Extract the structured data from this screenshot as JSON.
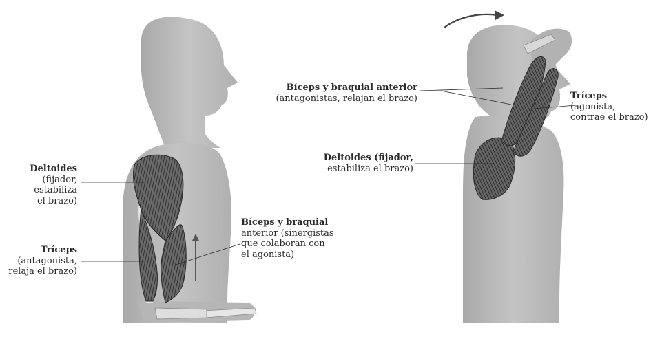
{
  "figure": {
    "left_figure": {
      "deltoides": [
        "Deltoides",
        "(fijador,",
        "estabiliza",
        "el brazo)"
      ],
      "triceps": [
        "Tríceps",
        "(antagonista,",
        "relaja el brazo)"
      ],
      "biceps": [
        "Bíceps y braquial",
        "anterior (sinergistas",
        "que colaboran con",
        "el agonista)"
      ]
    },
    "right_figure": {
      "biceps": [
        "Bíceps y braquial anterior",
        "(antagonistas, relajan el brazo)"
      ],
      "triceps": [
        "Tríceps",
        "(agonista,",
        "contrae el brazo)"
      ],
      "deltoides": [
        "Deltoides (fijador,",
        "estabiliza el brazo)"
      ]
    }
  },
  "colors": {
    "body_fill": "#bdbdbd",
    "muscle_dark": "#3a3a3a",
    "muscle_mid": "#6a6a6a",
    "line": "#2a2a2a"
  }
}
